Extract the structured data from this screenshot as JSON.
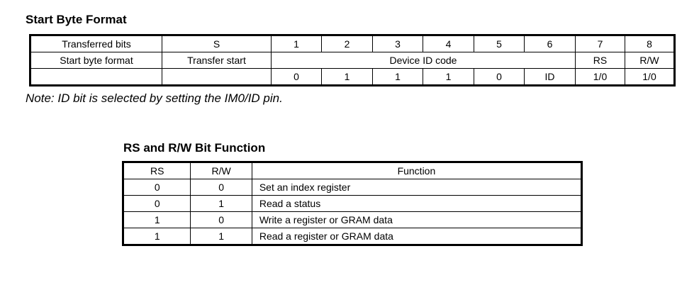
{
  "start_byte": {
    "title": "Start Byte Format",
    "header_row": [
      "Transferred bits",
      "S",
      "1",
      "2",
      "3",
      "4",
      "5",
      "6",
      "7",
      "8"
    ],
    "format_row": {
      "label": "Start byte format",
      "s": "Transfer start",
      "device_id": "Device ID code",
      "rs": "RS",
      "rw": "R/W"
    },
    "value_row": [
      "",
      "",
      "0",
      "1",
      "1",
      "1",
      "0",
      "ID",
      "1/0",
      "1/0"
    ]
  },
  "note": "Note: ID bit is selected by setting the IM0/ID pin.",
  "rs_rw": {
    "title": "RS and R/W Bit Function",
    "headers": [
      "RS",
      "R/W",
      "Function"
    ],
    "rows": [
      [
        "0",
        "0",
        "Set an index register"
      ],
      [
        "0",
        "1",
        "Read a status"
      ],
      [
        "1",
        "0",
        "Write a register or GRAM data"
      ],
      [
        "1",
        "1",
        "Read a register or GRAM data"
      ]
    ]
  }
}
